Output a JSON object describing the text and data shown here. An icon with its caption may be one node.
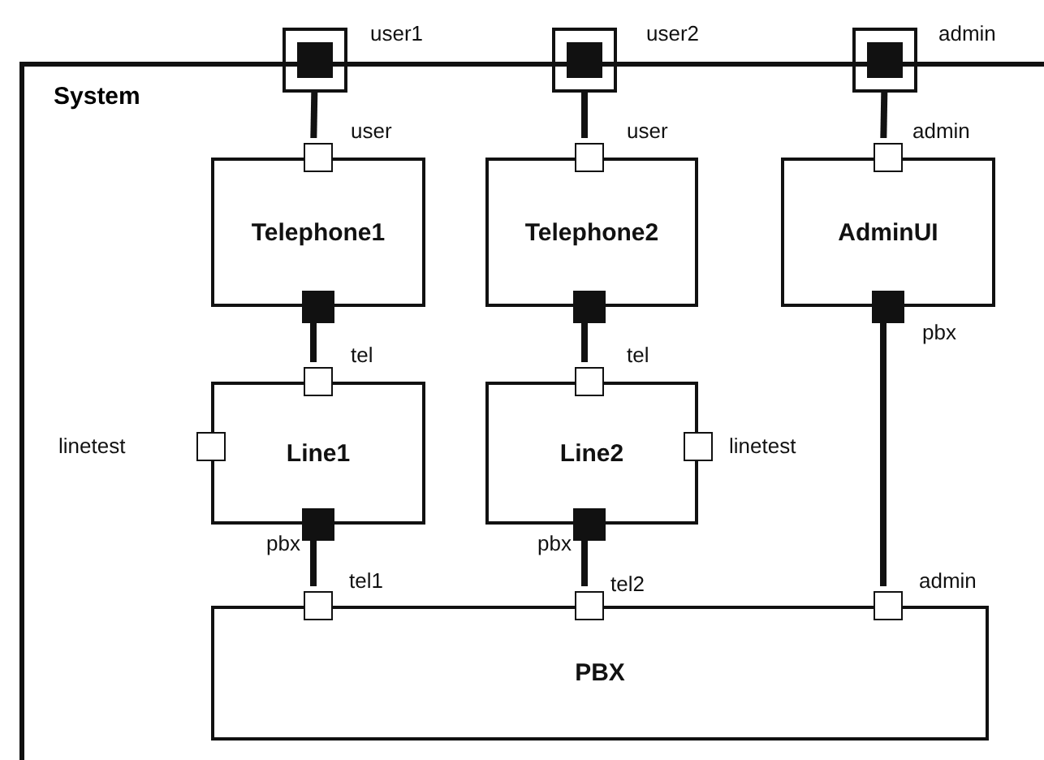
{
  "diagram": {
    "nodes": [
      {
        "text": [],
        "shape": "box",
        "beside": [
          "user1"
        ]
      },
      {
        "text": [],
        "shape": "box",
        "beside": [
          "user2"
        ]
      },
      {
        "text": [],
        "shape": "box",
        "beside": [
          "admin"
        ]
      },
      {
        "text": [
          "System"
        ]
      },
      {
        "text": [
          "Telephone1"
        ],
        "in": 3
      },
      {
        "text": [],
        "shape": "box",
        "beside": [
          "user"
        ],
        "in": 3
      },
      {
        "text": [],
        "shape": "box",
        "in": 3
      },
      {
        "text": [
          "Telephone2"
        ],
        "in": 3
      },
      {
        "text": [],
        "shape": "box",
        "beside": [
          "user"
        ],
        "in": 3
      },
      {
        "text": [],
        "shape": "box",
        "in": 3
      },
      {
        "text": [
          "AdminUI"
        ],
        "in": 3
      },
      {
        "text": [],
        "shape": "box",
        "beside": [
          "admin"
        ],
        "in": 3
      },
      {
        "text": [],
        "shape": "box",
        "beside": [
          "pbx"
        ],
        "in": 3
      },
      {
        "text": [
          "Line1"
        ],
        "in": 3
      },
      {
        "text": [],
        "shape": "box",
        "beside": [
          "tel"
        ],
        "in": 3
      },
      {
        "text": [],
        "shape": "box",
        "beside": [
          "linetest"
        ],
        "in": 3
      },
      {
        "text": [],
        "shape": "box",
        "beside": [
          "pbx"
        ],
        "in": 3
      },
      {
        "text": [
          "Line2"
        ],
        "in": 3
      },
      {
        "text": [],
        "shape": "box",
        "beside": [
          "tel"
        ],
        "in": 3
      },
      {
        "text": [],
        "shape": "box",
        "beside": [
          "linetest"
        ],
        "in": 3
      },
      {
        "text": [],
        "shape": "box",
        "beside": [
          "pbx"
        ],
        "in": 3
      },
      {
        "text": [
          "PBX"
        ],
        "in": 3
      },
      {
        "text": [],
        "shape": "box",
        "beside": [
          "tel1"
        ],
        "in": 3
      },
      {
        "text": [],
        "shape": "box",
        "beside": [
          "tel2"
        ],
        "in": 3
      },
      {
        "text": [],
        "shape": "box",
        "beside": [
          "admin"
        ],
        "in": 3
      }
    ],
    "edges": [
      {
        "from": 0,
        "to": 5,
        "arrow": "none"
      },
      {
        "from": 1,
        "to": 8,
        "arrow": "none"
      },
      {
        "from": 2,
        "to": 11,
        "arrow": "none"
      },
      {
        "from": 6,
        "to": 14,
        "arrow": "none"
      },
      {
        "from": 9,
        "to": 18,
        "arrow": "none"
      },
      {
        "from": 16,
        "to": 22,
        "arrow": "none"
      },
      {
        "from": 20,
        "to": 23,
        "arrow": "none"
      },
      {
        "from": 12,
        "to": 24,
        "arrow": "none"
      }
    ]
  }
}
